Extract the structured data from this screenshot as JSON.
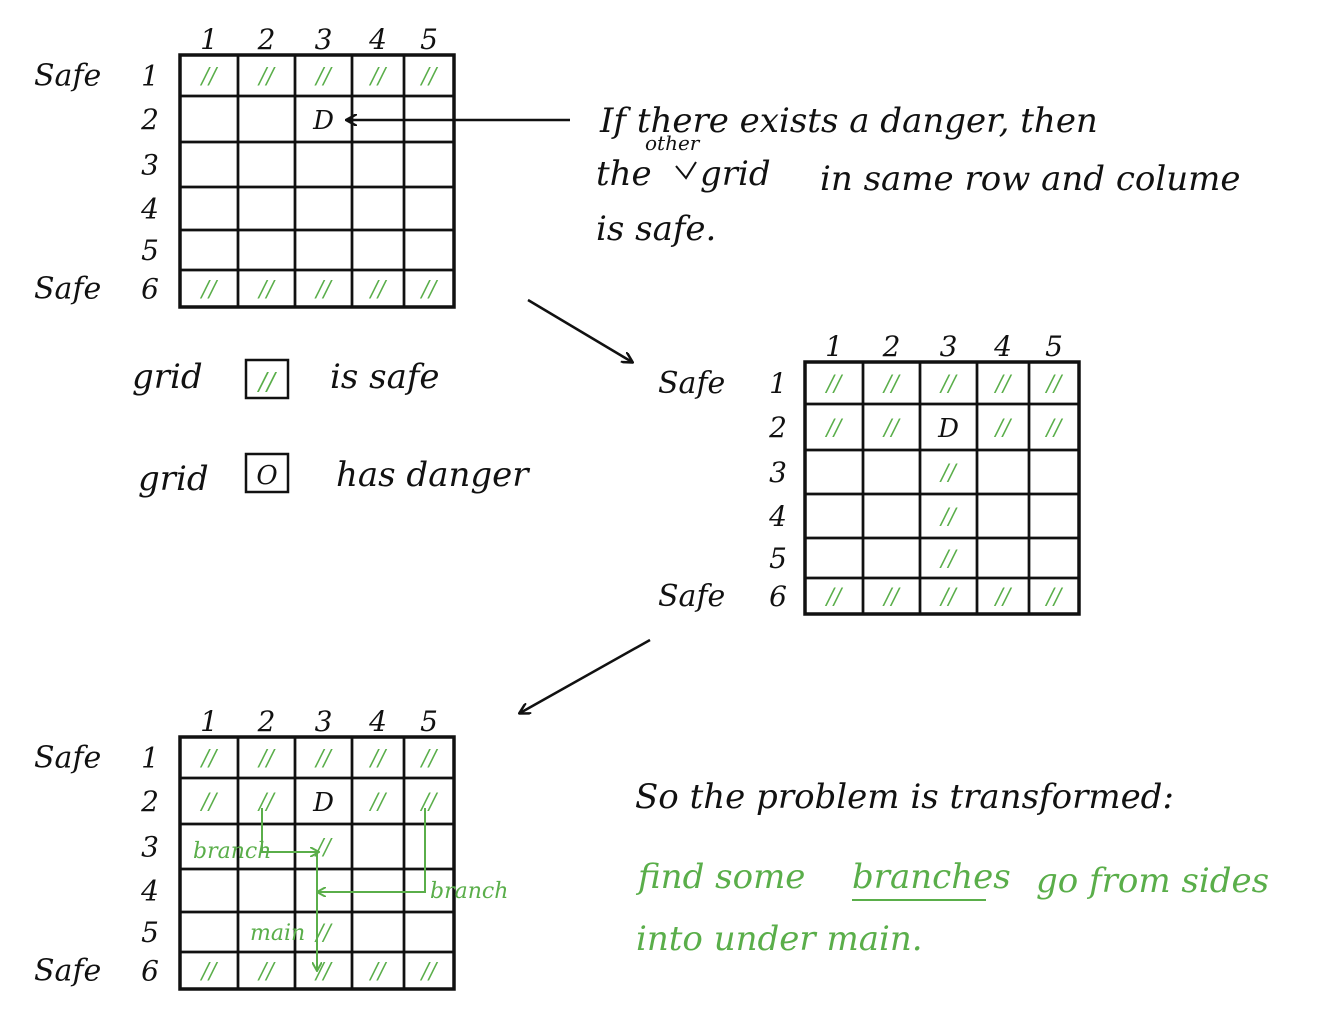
{
  "colors": {
    "ink": "#111111",
    "safe": "#5aae4a"
  },
  "col_headers": [
    "1",
    "2",
    "3",
    "4",
    "5"
  ],
  "row_headers": [
    "1",
    "2",
    "3",
    "4",
    "5",
    "6"
  ],
  "safe_label": "Safe",
  "safe_mark": "//",
  "danger_mark": "D",
  "grids": [
    {
      "id": "grid-initial",
      "safe_rows": [
        "1",
        "6"
      ],
      "danger": {
        "row": "2",
        "col": "3"
      },
      "extra_safe": []
    },
    {
      "id": "grid-expanded",
      "safe_rows": [
        "1",
        "6"
      ],
      "danger": {
        "row": "2",
        "col": "3"
      },
      "extra_safe": [
        [
          "2",
          "1"
        ],
        [
          "2",
          "2"
        ],
        [
          "2",
          "4"
        ],
        [
          "2",
          "5"
        ],
        [
          "3",
          "3"
        ],
        [
          "4",
          "3"
        ],
        [
          "5",
          "3"
        ]
      ]
    },
    {
      "id": "grid-branches",
      "safe_rows": [
        "1",
        "6"
      ],
      "danger": {
        "row": "2",
        "col": "3"
      },
      "extra_safe": [
        [
          "2",
          "1"
        ],
        [
          "2",
          "2"
        ],
        [
          "2",
          "4"
        ],
        [
          "2",
          "5"
        ],
        [
          "3",
          "3"
        ],
        [
          "5",
          "3"
        ]
      ]
    }
  ],
  "rule_note": {
    "line1": "If there exists a danger, then",
    "other_insert": "other",
    "line2_a": "the",
    "line2_b": "grid",
    "line2_c": "in same row and colume",
    "line3": "is safe."
  },
  "legend": {
    "safe_prefix": "grid",
    "safe_suffix": "is safe",
    "danger_prefix": "grid",
    "danger_box": "O",
    "danger_suffix": "has danger"
  },
  "path_labels": {
    "branch_left": "branch",
    "branch_right": "branch",
    "main": "main"
  },
  "conclusion": {
    "line1": "So the problem is transformed:",
    "line2_a": "find some",
    "line2_b": "branches",
    "line2_c": "go from sides",
    "line3": "into under main."
  }
}
